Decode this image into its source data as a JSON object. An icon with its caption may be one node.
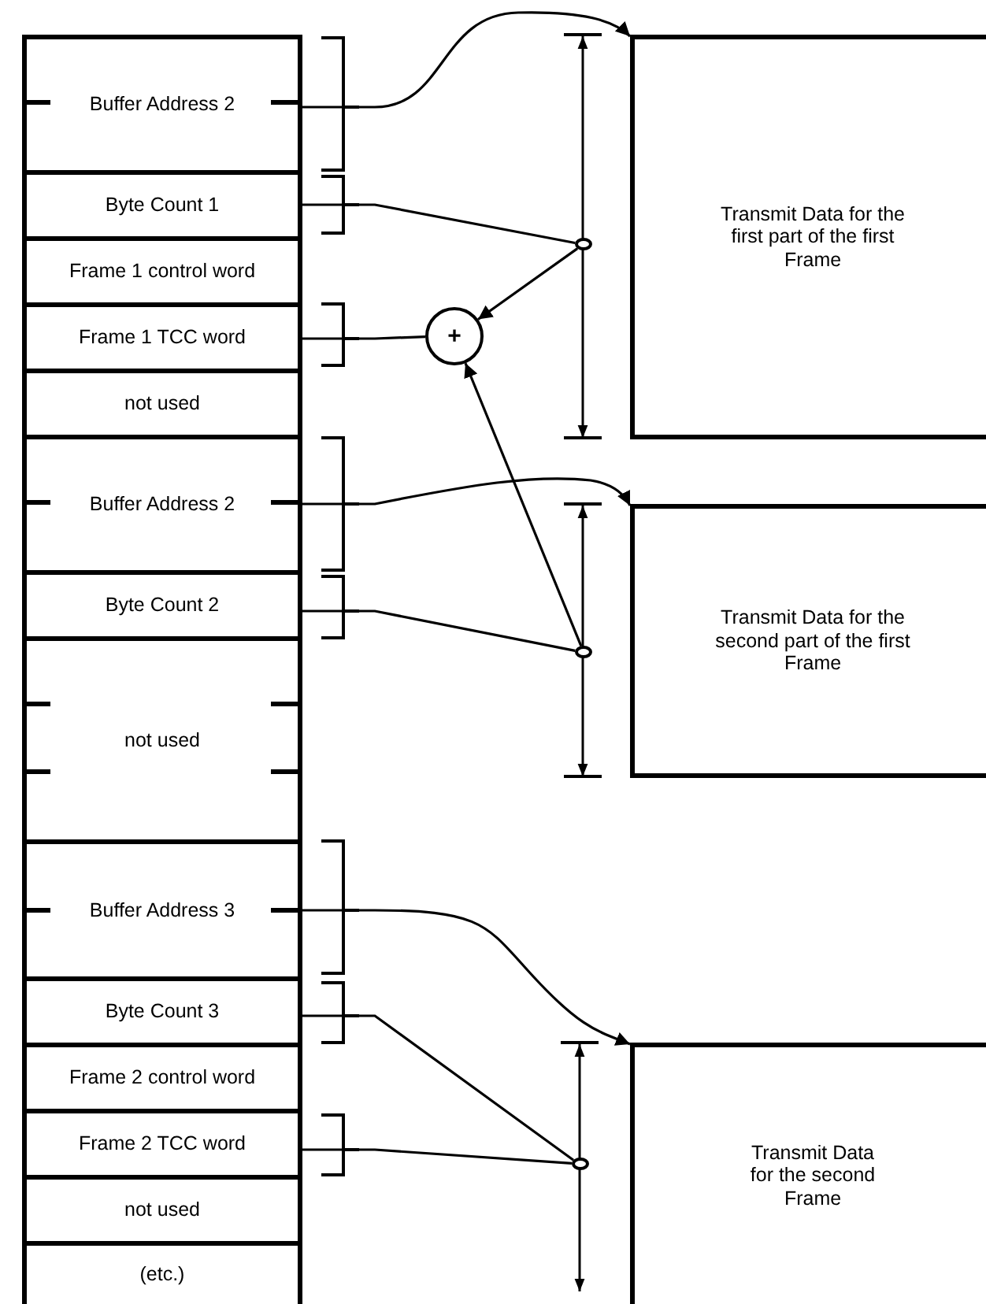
{
  "diagram": {
    "nodes": [
      {
        "text": [
          "Buffer Address 2"
        ]
      },
      {
        "text": [
          "Byte Count 1"
        ]
      },
      {
        "text": [
          "Frame 1 control word"
        ]
      },
      {
        "text": [
          "Frame 1 TCC word"
        ]
      },
      {
        "text": [
          "not used"
        ]
      },
      {
        "text": [
          "Buffer Address 2"
        ]
      },
      {
        "text": [
          "Byte Count 2"
        ]
      },
      {
        "text": [
          "not used"
        ]
      },
      {
        "text": [
          "Buffer Address 3"
        ]
      },
      {
        "text": [
          "Byte Count 3"
        ]
      },
      {
        "text": [
          "Frame 2 control word"
        ]
      },
      {
        "text": [
          "Frame 2 TCC word"
        ]
      },
      {
        "text": [
          "not used"
        ]
      },
      {
        "text": [
          "(etc.)"
        ]
      },
      {
        "text": [
          "Transmit Data for the first part of the first Frame"
        ]
      },
      {
        "text": [
          "Transmit Data for the second part of the first Frame"
        ]
      },
      {
        "text": [
          "Transmit Data for the second Frame"
        ]
      },
      {
        "text": [
          "+"
        ]
      },
      {
        "text": [],
        "shape": "circle"
      },
      {
        "text": [],
        "shape": "circle"
      },
      {
        "text": [],
        "shape": "circle"
      }
    ],
    "edges": [
      {
        "from": 0,
        "to": 14,
        "arrow": "to"
      },
      {
        "from": 1,
        "to": 18,
        "arrow": "none"
      },
      {
        "from": 18,
        "to": 17,
        "arrow": "to"
      },
      {
        "from": 3,
        "to": 17,
        "arrow": "none"
      },
      {
        "from": 5,
        "to": 15,
        "arrow": "to"
      },
      {
        "from": 6,
        "to": 19,
        "arrow": "none"
      },
      {
        "from": 19,
        "to": 17,
        "arrow": "to"
      },
      {
        "from": 8,
        "to": 16,
        "arrow": "to"
      },
      {
        "from": 9,
        "to": 20,
        "arrow": "none"
      },
      {
        "from": 11,
        "to": 20,
        "arrow": "none"
      }
    ]
  }
}
